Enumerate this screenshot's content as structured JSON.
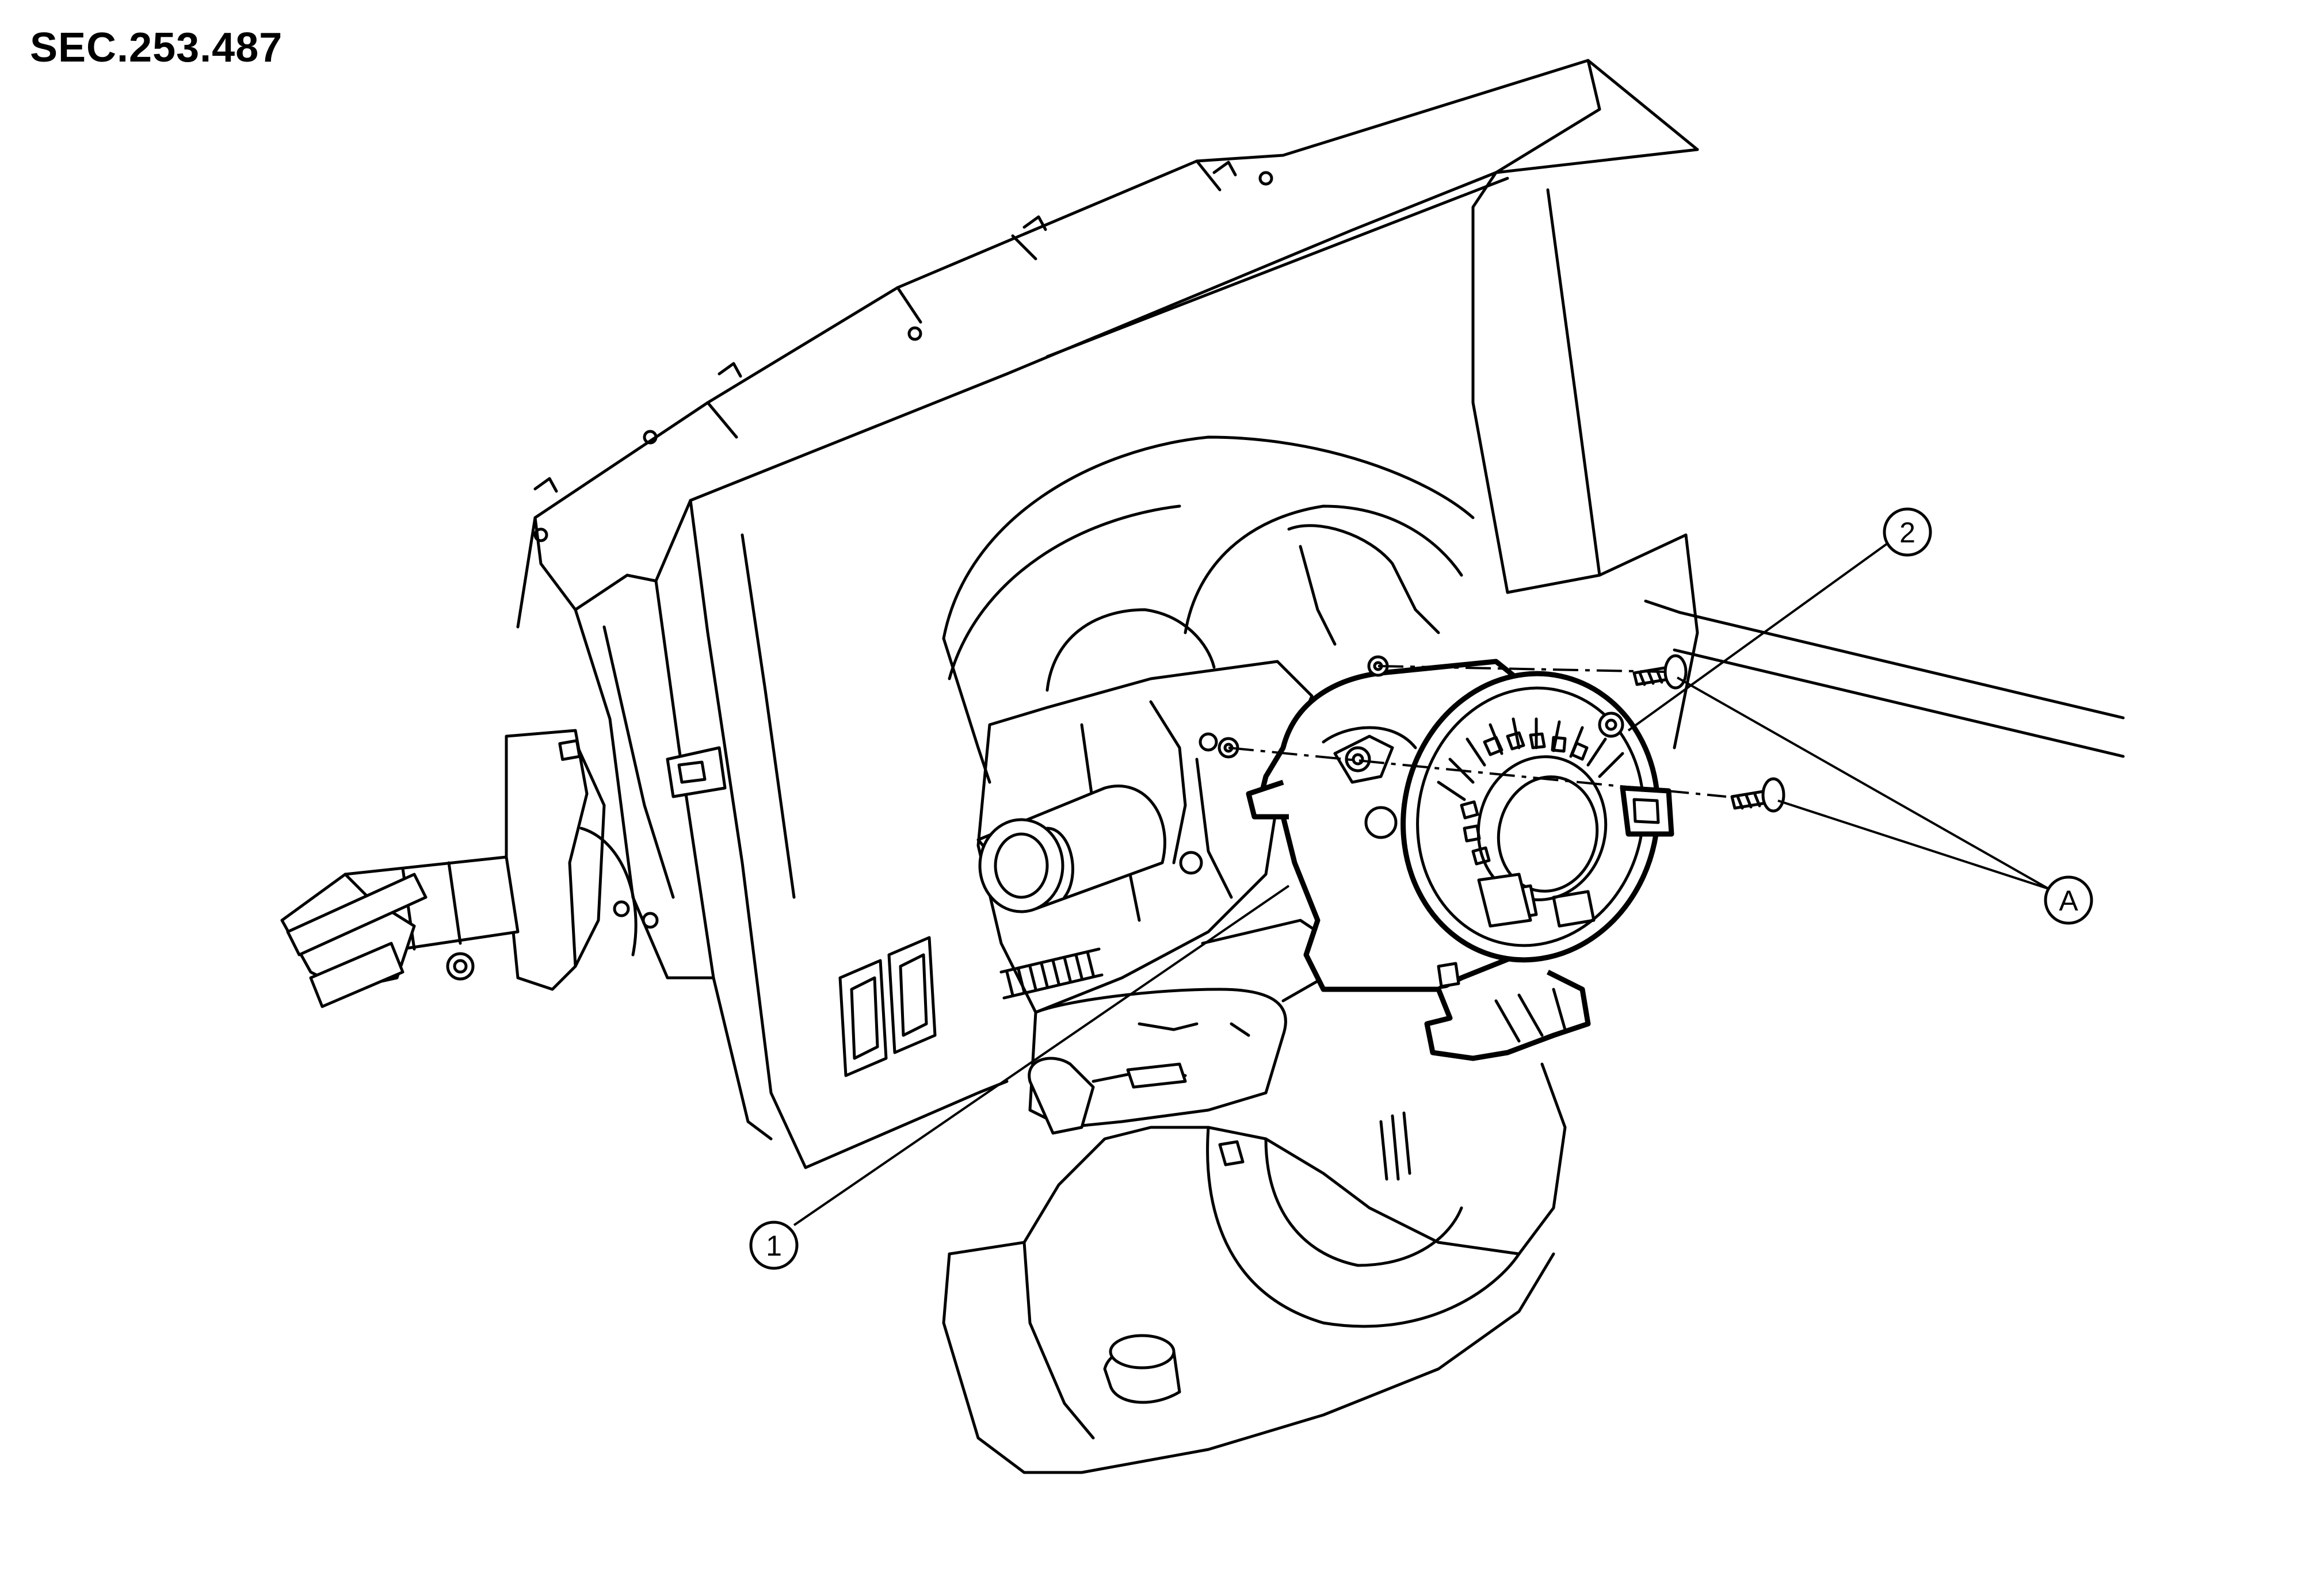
{
  "figure": {
    "code": "SEC.253.487",
    "callouts": [
      {
        "id": "callout-1",
        "label": "1"
      },
      {
        "id": "callout-2",
        "label": "2"
      },
      {
        "id": "callout-a",
        "label": "A"
      }
    ]
  }
}
